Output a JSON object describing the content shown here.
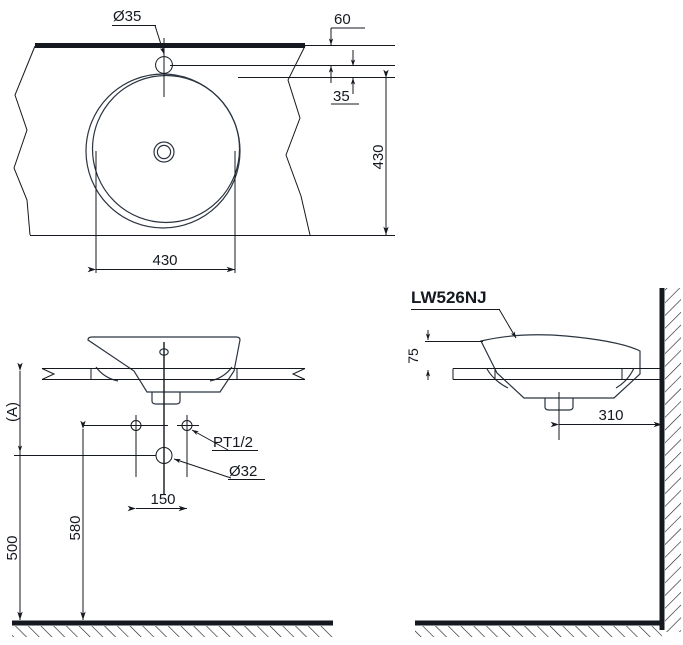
{
  "drawing": {
    "title": "LW526NJ",
    "product_label": "LW526NJ",
    "views": {
      "top": {
        "name": "top-view",
        "dimensions": {
          "hole_diameter": "Ø35",
          "hole_offset_back": "60",
          "hole_to_bowl": "35",
          "bowl_depth": "430",
          "bowl_width": "430"
        }
      },
      "front_section": {
        "name": "front-section-view",
        "dimensions": {
          "counter_height_ref": "(A)",
          "floor_to_counter": "500",
          "floor_to_supply": "580",
          "supply_spread": "150",
          "supply_thread": "PT1/2",
          "drain_diameter": "Ø32"
        }
      },
      "side_section": {
        "name": "side-section-view",
        "dimensions": {
          "basin_rim_height": "75",
          "wall_to_drain": "310"
        }
      }
    }
  },
  "colors": {
    "line": "#14181f",
    "outline": "#2b3440",
    "background": "#ffffff"
  }
}
